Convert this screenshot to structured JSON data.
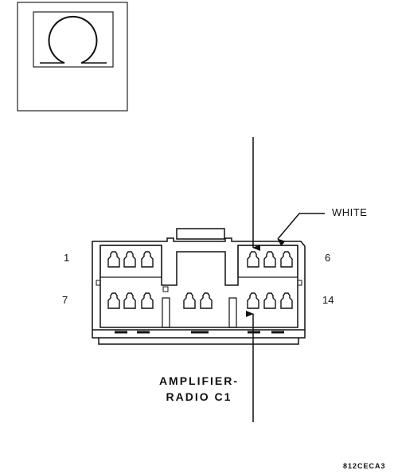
{
  "connector": {
    "name_line1": "AMPLIFIER-",
    "name_line2": "RADIO C1",
    "color": "WHITE",
    "pins": {
      "top_left": "1",
      "top_right": "6",
      "bottom_left": "7",
      "bottom_right": "14"
    }
  },
  "figure_code": "812CECA3",
  "icon": "connector-face-view-icon"
}
